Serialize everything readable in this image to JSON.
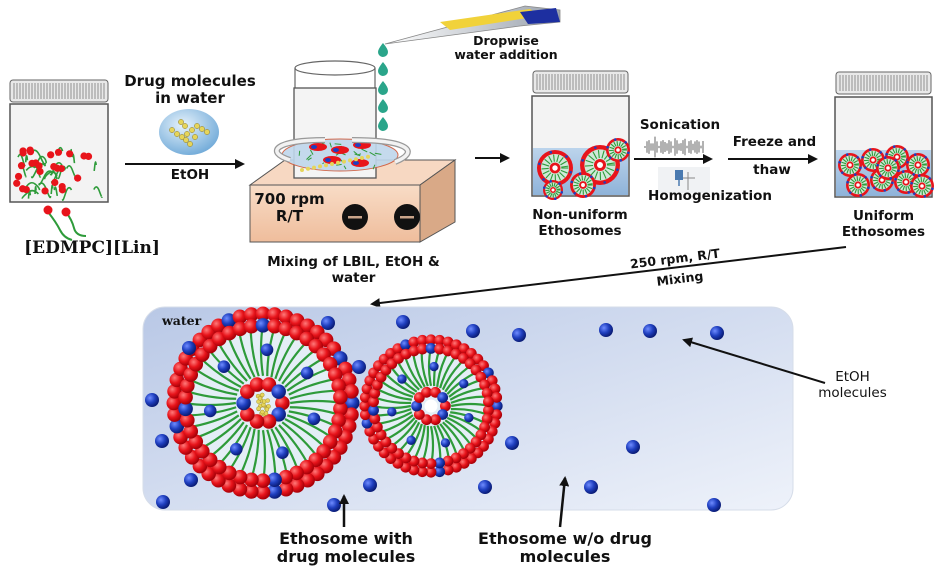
{
  "figure": {
    "step1": {
      "compound_label": "[EDMPC][Lin]",
      "arrow_top_label_line1": "Drug molecules",
      "arrow_top_label_line2": "in water",
      "arrow_bottom_label": "EtOH"
    },
    "step2": {
      "pipette_label_line1": "Dropwise",
      "pipette_label_line2": "water addition",
      "stirrer_speed": "700 rpm",
      "stirrer_temp": "R/T",
      "caption_line1": "Mixing of LBIL, EtOH &",
      "caption_line2": "water"
    },
    "step3": {
      "caption_line1": "Non-uniform",
      "caption_line2": "Ethosomes",
      "arrow_top_label": "Sonication",
      "arrow_bottom_label": "Homogenization"
    },
    "step4": {
      "arrow_top_label": "Freeze and",
      "arrow_bottom_label": "thaw",
      "caption_line1": "Uniform",
      "caption_line2": "Ethosomes"
    },
    "step5": {
      "arrow_top_label": "250 rpm, R/T",
      "arrow_bottom_label": "Mixing"
    },
    "detail_panel": {
      "medium_label": "water",
      "etoh_label_line1": "EtOH",
      "etoh_label_line2": "molecules",
      "left_caption_line1": "Ethosome with",
      "left_caption_line2": "drug molecules",
      "right_caption_line1": "Ethosome w/o drug",
      "right_caption_line2": "molecules"
    },
    "colors": {
      "headgroup": "#e8141b",
      "tail": "#2e9b3a",
      "ethanol": "#1f3fbf",
      "drug": "#e6d55a",
      "water_panel": "#c9d6ee",
      "stirrer_body": "#f5cdb0",
      "droplet": "#2aa58a"
    }
  }
}
